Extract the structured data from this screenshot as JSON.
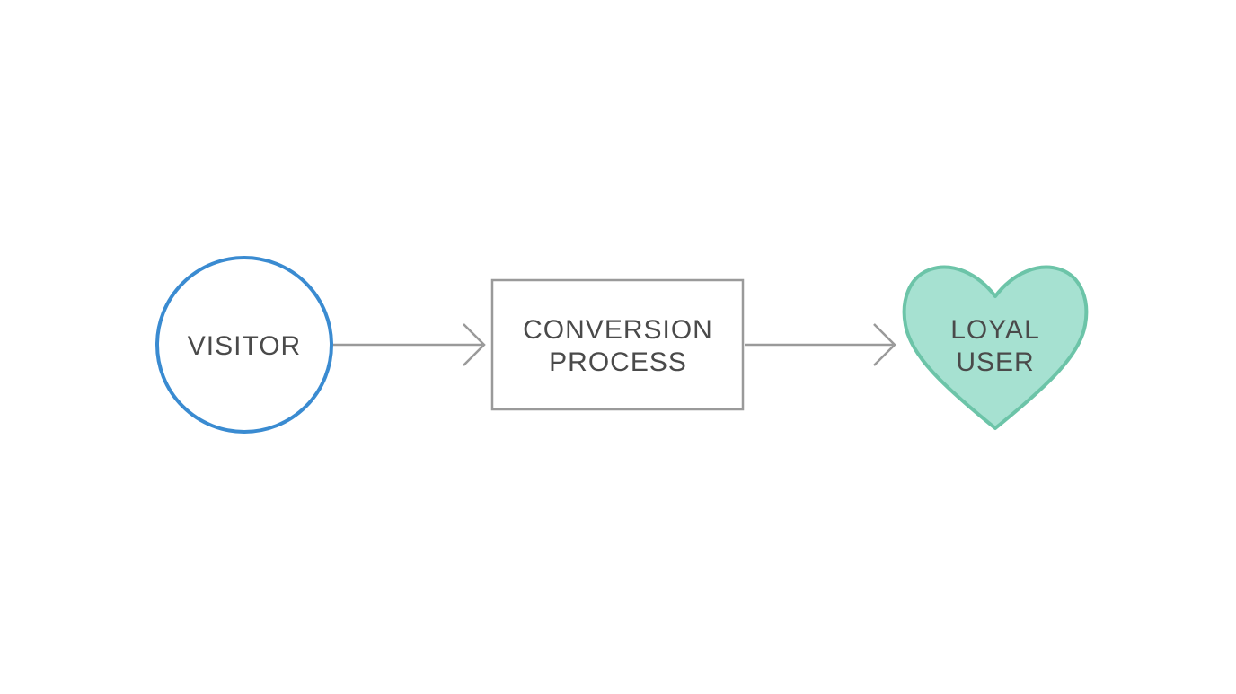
{
  "diagram": {
    "nodes": [
      {
        "id": "visitor",
        "shape": "circle",
        "lines": [
          "VISITOR"
        ],
        "stroke": "#3a8bd1",
        "fill": "#ffffff"
      },
      {
        "id": "conversion_process",
        "shape": "rectangle",
        "lines": [
          "CONVERSION",
          "PROCESS"
        ],
        "stroke": "#9a9a9a",
        "fill": "#ffffff"
      },
      {
        "id": "loyal_user",
        "shape": "heart",
        "lines": [
          "LOYAL",
          "USER"
        ],
        "stroke": "#6cc4a8",
        "fill": "#a6e1d1"
      }
    ],
    "edges": [
      {
        "from": "visitor",
        "to": "conversion_process",
        "color": "#9a9a9a"
      },
      {
        "from": "conversion_process",
        "to": "loyal_user",
        "color": "#9a9a9a"
      }
    ],
    "text_color": "#4a4a4a"
  }
}
